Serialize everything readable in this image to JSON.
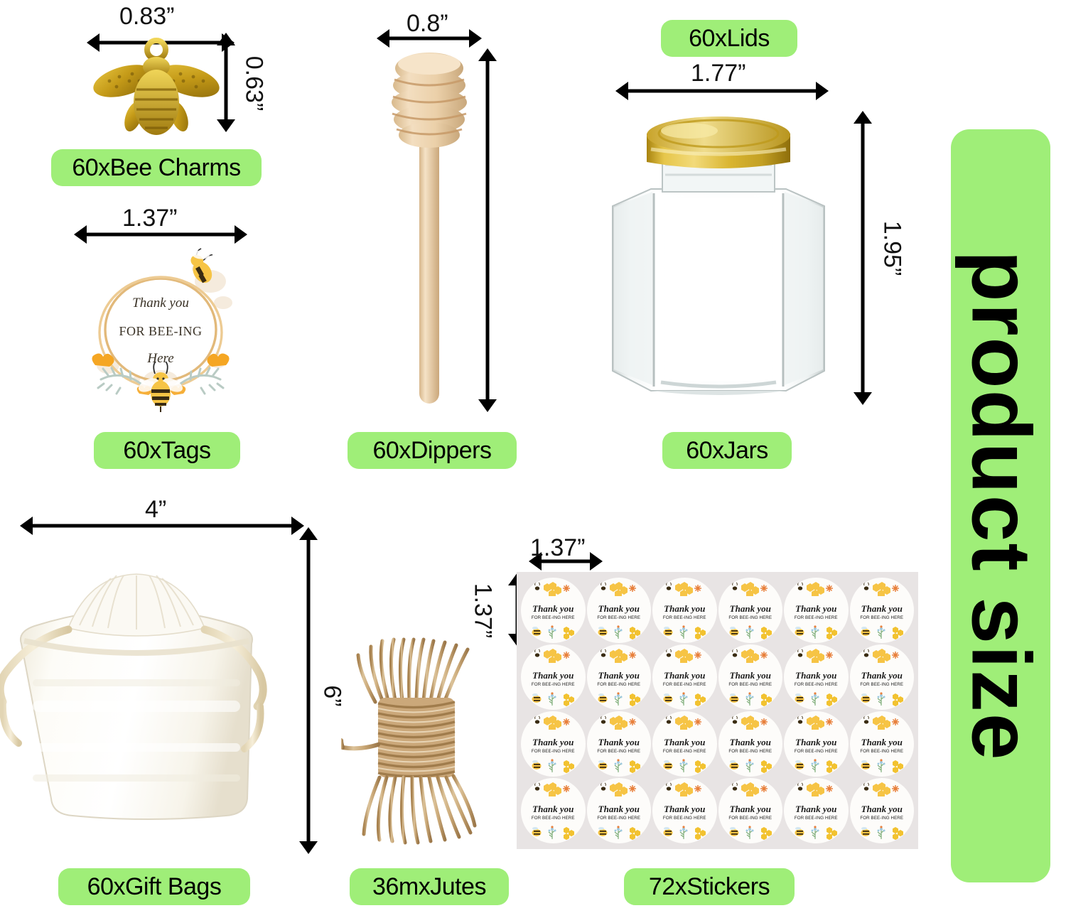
{
  "banner": {
    "text": "product size"
  },
  "theme": {
    "badge_green": "#9FEE78",
    "gold": "#C9A227",
    "wood": "#E8CFA9",
    "jute": "#C19A6B",
    "sheet_gray": "#E8E4E4"
  },
  "items": [
    {
      "key": "bee-charms",
      "label": "60xBee Charms",
      "width_label": "0.83”",
      "height_label": "0.63”"
    },
    {
      "key": "tags",
      "label": "60xTags",
      "width_label": "1.37”",
      "tag_text": {
        "line1": "Thank you",
        "line2": "FOR BEE-ING",
        "line3": "Here"
      }
    },
    {
      "key": "dippers",
      "label": "60xDippers",
      "width_label": "0.8”",
      "height_label": ""
    },
    {
      "key": "lids",
      "label": "60xLids",
      "width_label": "1.77”"
    },
    {
      "key": "jars",
      "label": "60xJars",
      "height_label": "1.95”"
    },
    {
      "key": "gift-bags",
      "label": "60xGift Bags",
      "width_label": "4”",
      "height_label": "6”"
    },
    {
      "key": "jutes",
      "label": "36mxJutes"
    },
    {
      "key": "stickers",
      "label": "72xStickers",
      "width_label": "1.37”",
      "height_label": "1.37”",
      "sticker_text": {
        "line1": "Thank you",
        "line2": "FOR BEE-ING HERE"
      },
      "grid": {
        "columns": 6,
        "rows": 4
      }
    }
  ]
}
